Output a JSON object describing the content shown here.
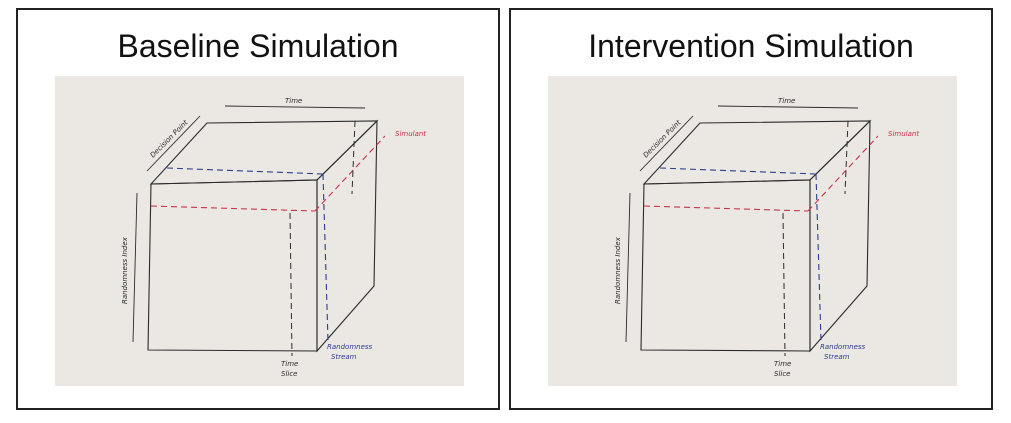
{
  "panels": [
    {
      "title": "Baseline Simulation",
      "labels": {
        "time": "Time",
        "decision_point": "Decision Point",
        "simulant": "Simulant",
        "randomness_index": "Randomness Index",
        "time_slice_1": "Time",
        "time_slice_2": "Slice",
        "randomness_stream_1": "Randomness",
        "randomness_stream_2": "Stream"
      }
    },
    {
      "title": "Intervention Simulation",
      "labels": {
        "time": "Time",
        "decision_point": "Decision Point",
        "simulant": "Simulant",
        "randomness_index": "Randomness Index",
        "time_slice_1": "Time",
        "time_slice_2": "Slice",
        "randomness_stream_1": "Randomness",
        "randomness_stream_2": "Stream"
      }
    }
  ],
  "colors": {
    "ink": "#2b2b2b",
    "red": "#c8324a",
    "blue": "#2a3d8f",
    "paper": "#ebe8e3"
  }
}
